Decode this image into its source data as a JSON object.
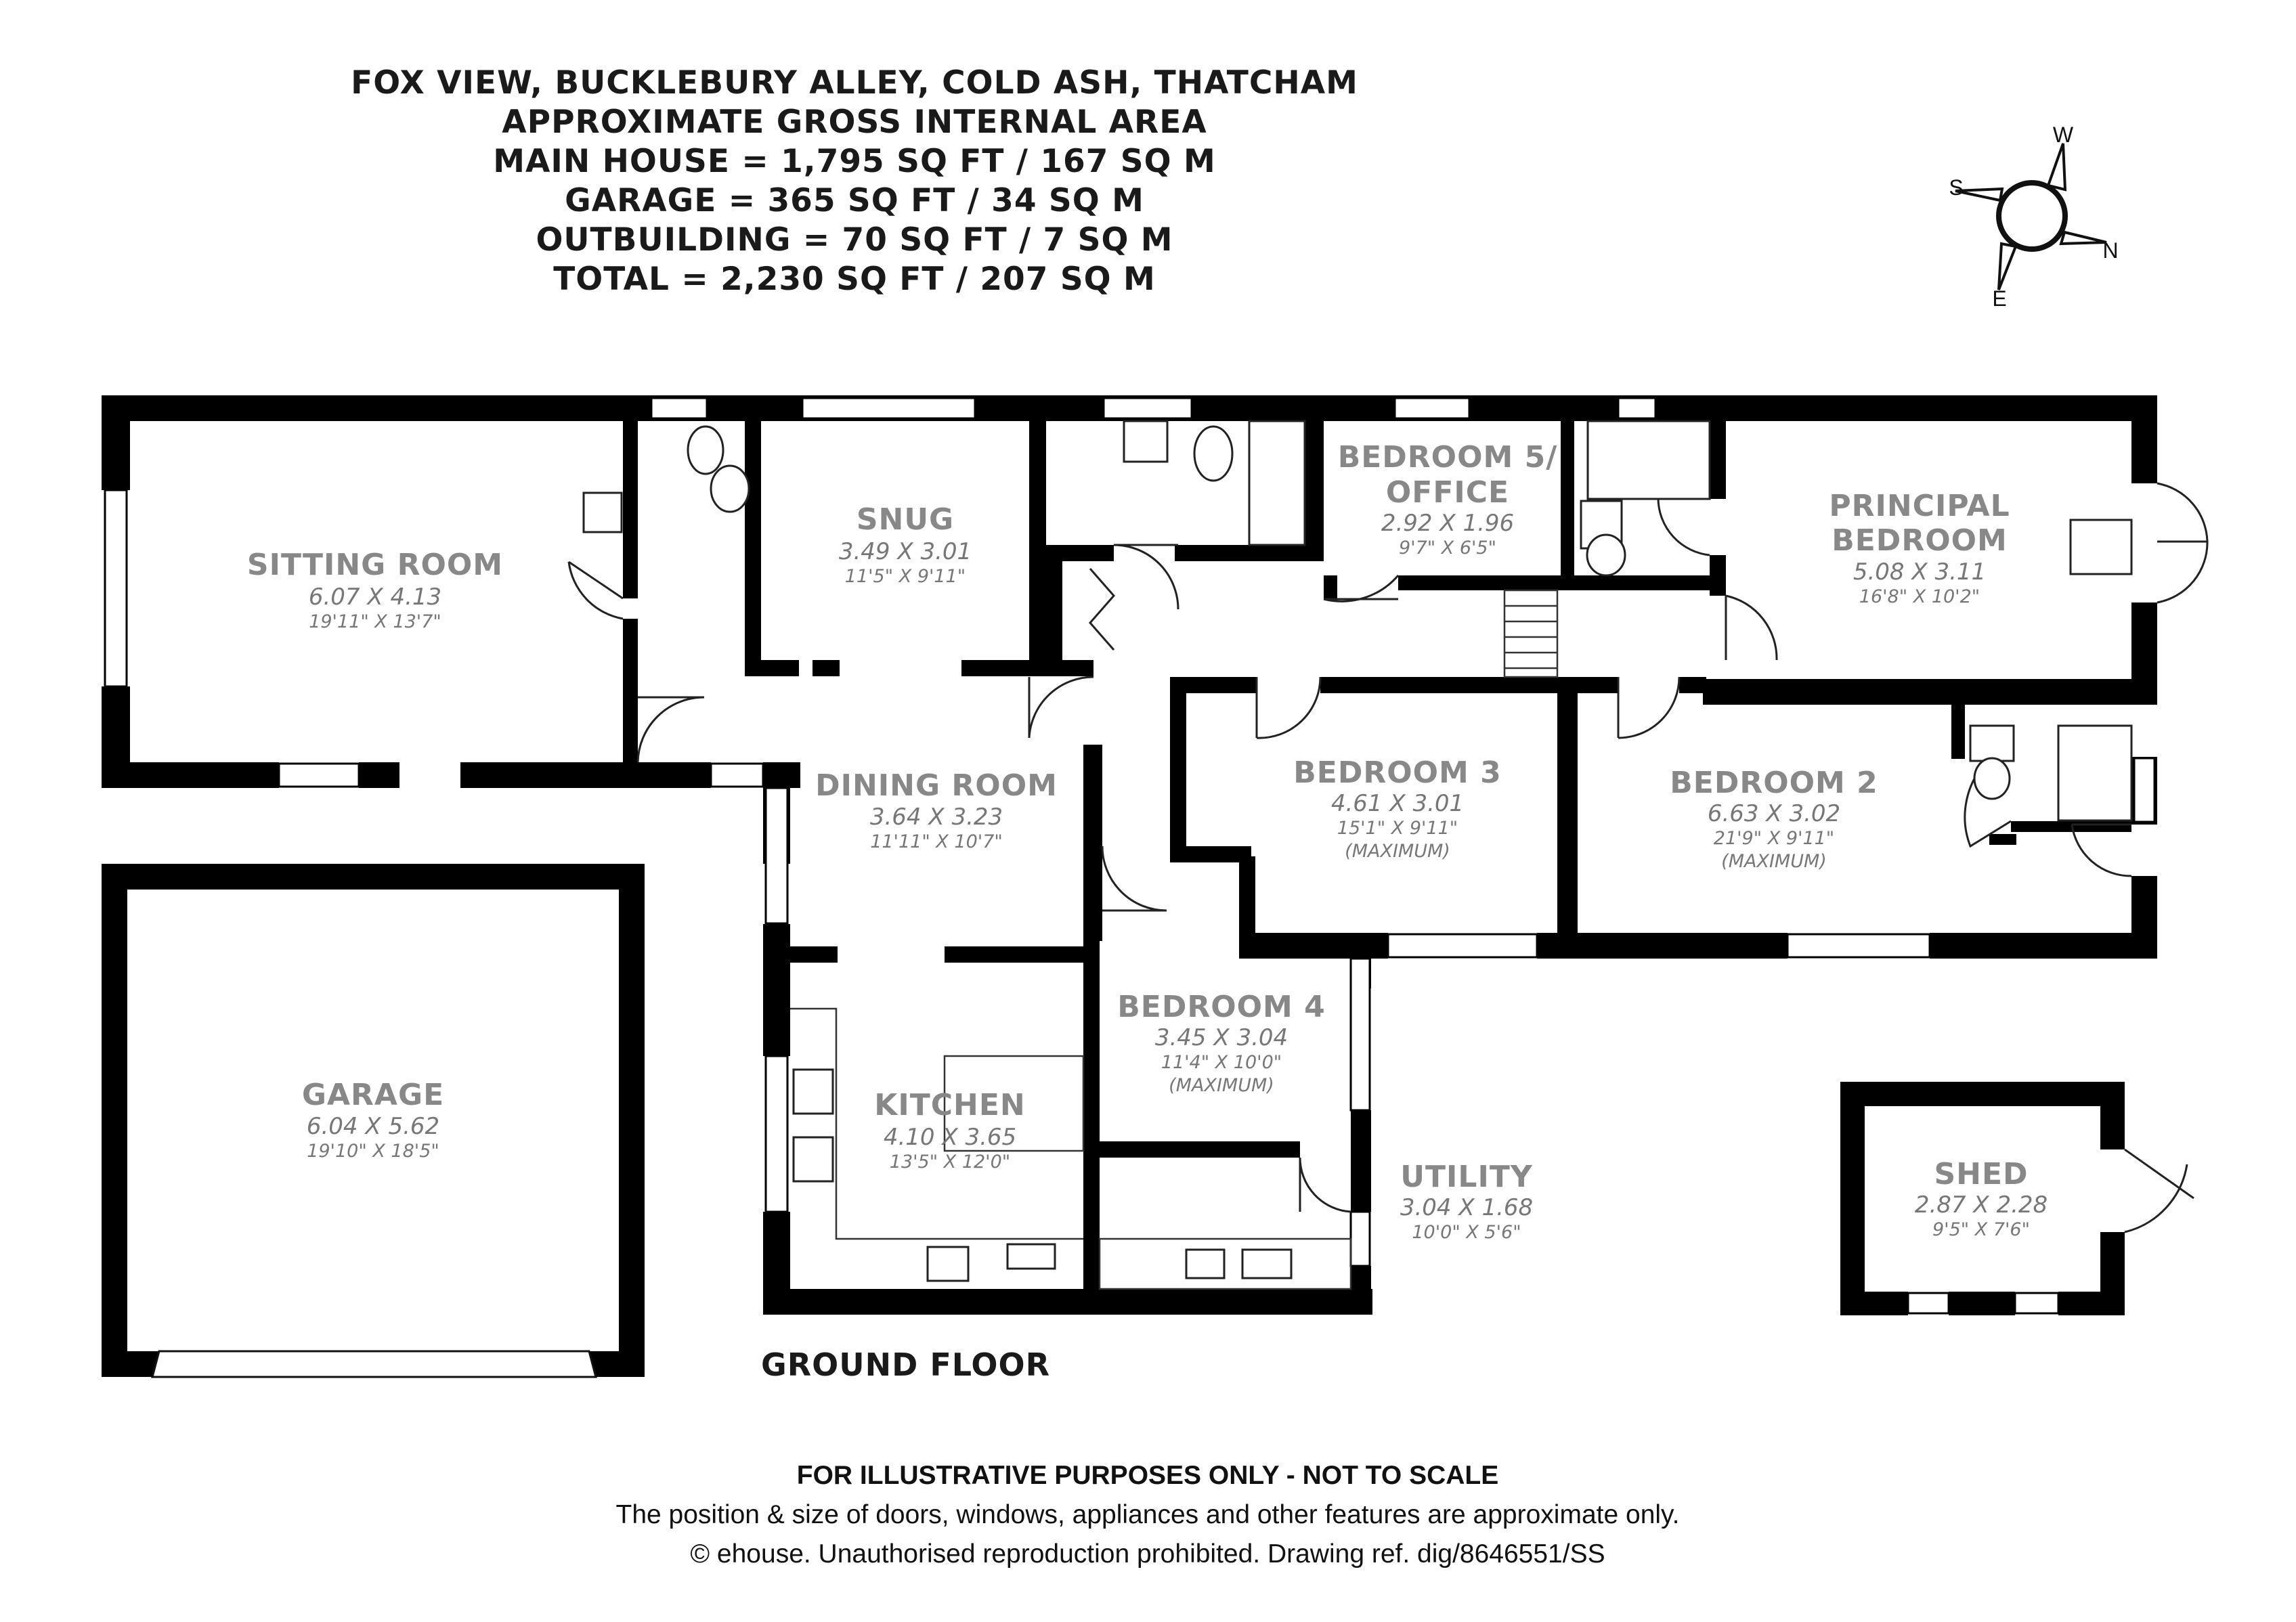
{
  "header": {
    "lines": [
      "FOX VIEW, BUCKLEBURY ALLEY, COLD ASH, THATCHAM",
      "APPROXIMATE GROSS INTERNAL AREA",
      "MAIN HOUSE = 1,795 SQ FT / 167 SQ M",
      "GARAGE = 365 SQ FT / 34 SQ M",
      "OUTBUILDING = 70 SQ FT / 7 SQ M",
      "TOTAL = 2,230 SQ FT / 207 SQ M"
    ]
  },
  "compass": {
    "w": "W",
    "s": "S",
    "n": "N",
    "e": "E"
  },
  "rooms": {
    "sitting_room": {
      "name": "SITTING ROOM",
      "metric": "6.07 X 4.13",
      "imperial": "19'11\" X 13'7\""
    },
    "snug": {
      "name": "SNUG",
      "metric": "3.49 X 3.01",
      "imperial": "11'5\" X 9'11\""
    },
    "bedroom5": {
      "name_line1": "BEDROOM 5/",
      "name_line2": "OFFICE",
      "metric": "2.92 X 1.96",
      "imperial": "9'7\" X 6'5\""
    },
    "principal": {
      "name_line1": "PRINCIPAL",
      "name_line2": "BEDROOM",
      "metric": "5.08 X 3.11",
      "imperial": "16'8\" X 10'2\""
    },
    "dining_room": {
      "name": "DINING ROOM",
      "metric": "3.64 X 3.23",
      "imperial": "11'11\" X 10'7\""
    },
    "bedroom3": {
      "name": "BEDROOM 3",
      "metric": "4.61 X 3.01",
      "imperial": "15'1\" X 9'11\"",
      "note": "(MAXIMUM)"
    },
    "bedroom2": {
      "name": "BEDROOM 2",
      "metric": "6.63 X 3.02",
      "imperial": "21'9\" X 9'11\"",
      "note": "(MAXIMUM)"
    },
    "garage": {
      "name": "GARAGE",
      "metric": "6.04 X 5.62",
      "imperial": "19'10\" X 18'5\""
    },
    "bedroom4": {
      "name": "BEDROOM 4",
      "metric": "3.45 X 3.04",
      "imperial": "11'4\" X 10'0\"",
      "note": "(MAXIMUM)"
    },
    "kitchen": {
      "name": "KITCHEN",
      "metric": "4.10 X 3.65",
      "imperial": "13'5\" X 12'0\""
    },
    "utility": {
      "name": "UTILITY",
      "metric": "3.04 X 1.68",
      "imperial": "10'0\" X 5'6\""
    },
    "shed": {
      "name": "SHED",
      "metric": "2.87 X 2.28",
      "imperial": "9'5\" X 7'6\""
    }
  },
  "floor_label": "GROUND FLOOR",
  "disclaimer": {
    "line1": "FOR ILLUSTRATIVE PURPOSES ONLY - NOT TO SCALE",
    "line2": "The position & size of doors, windows, appliances and other features are approximate only.",
    "line3": "© ehouse. Unauthorised reproduction prohibited. Drawing ref. dig/8646551/SS"
  }
}
